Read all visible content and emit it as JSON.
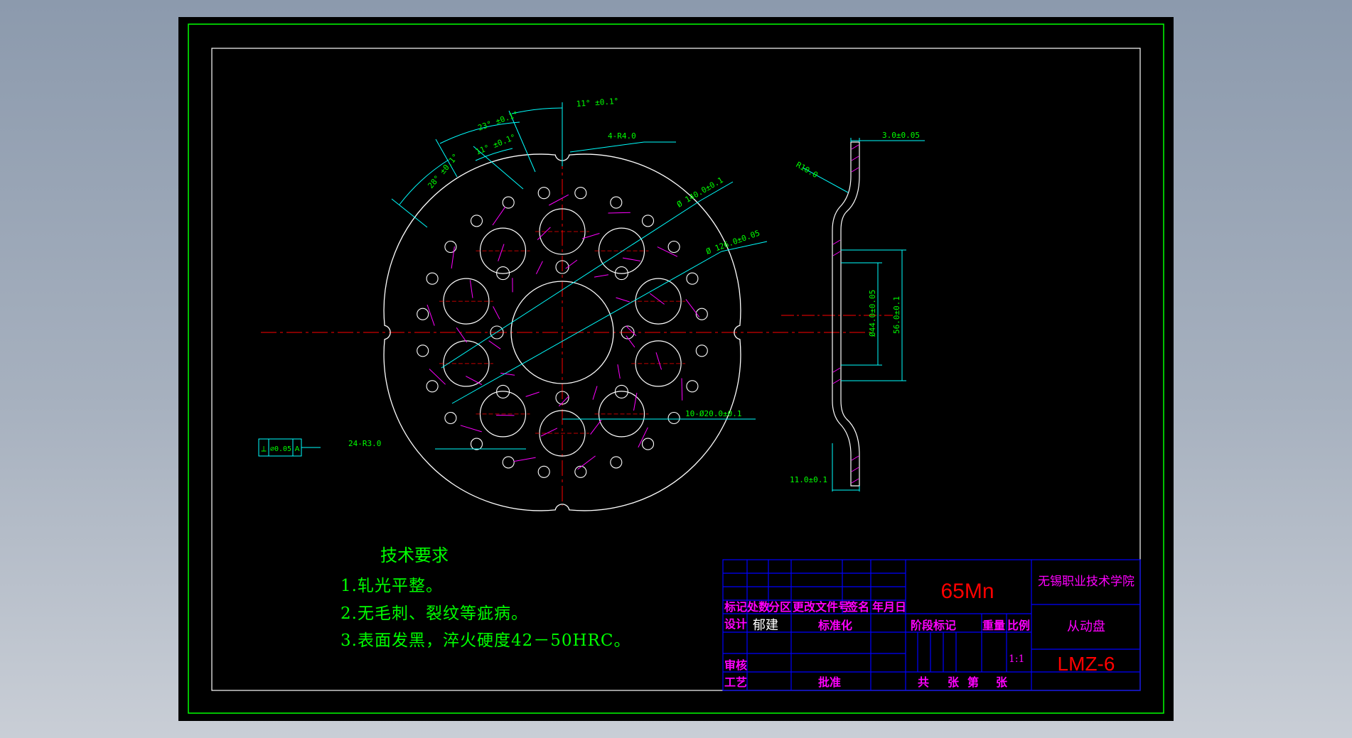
{
  "colors": {
    "background": "#000000",
    "outer_frame": "#00ff00",
    "inner_frame": "#ffffff",
    "part_outline": "#ffffff",
    "center_line": "#ff0000",
    "dimension": "#00ffff",
    "dimension_text": "#00ff00",
    "hatch": "#ff00ff",
    "title_grid": "#0000ff",
    "title_label": "#ff00ff",
    "title_value": "#ff0000"
  },
  "front_view": {
    "dims": {
      "ang1": "11° ±0.1°",
      "ang2": "23° ±0.1°",
      "ang3": "11° ±0.1°",
      "ang4": "28° ±0.1°",
      "notch": "4-R4.0",
      "od": "Ø 140.0±0.1",
      "pcd": "Ø 126.0±0.05",
      "big_holes": "10-Ø20.0±0.1",
      "small_holes": "24-R3.0"
    },
    "tolerance": {
      "symbol": "⟂",
      "value": "⌀0.05",
      "datum": "A"
    }
  },
  "side_view": {
    "dims": {
      "thickness": "3.0±0.05",
      "radius": "R10.0",
      "inner_dia": "Ø44.0±0.05",
      "outer_dia": "56.0±0.1",
      "offset": "11.0±0.1"
    }
  },
  "tech_req": {
    "title": "技术要求",
    "items": [
      "1.轧光平整。",
      "2.无毛刺、裂纹等疵病。",
      "3.表面发黑，淬火硬度42－50HRC。"
    ]
  },
  "title_block": {
    "material": "65Mn",
    "school": "无锡职业技术学院",
    "part_name": "从动盘",
    "drawing_no": "LMZ-6",
    "scale": "1:1",
    "labels": {
      "biaoji": "标记",
      "chushu": "处数",
      "fenqu": "分区",
      "gengai": "更改文件号",
      "qianming": "签名",
      "nianyueri": "年月日",
      "sheji": "设计",
      "biaozhunhua": "标准化",
      "jieduan": "阶段标记",
      "zhongliang": "重量",
      "bili": "比例",
      "shenhe": "审核",
      "gongyi": "工艺",
      "pizhun": "批准",
      "gong": "共",
      "zhang1": "张",
      "di": "第",
      "zhang2": "张"
    },
    "designer": "郁建"
  }
}
